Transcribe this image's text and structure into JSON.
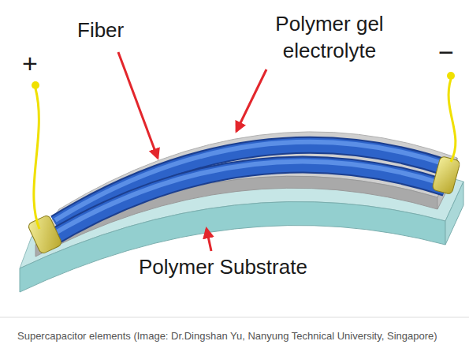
{
  "diagram": {
    "caption": "Supercapacitor elements (Image: Dr.Dingshan Yu, Nanyung Technical University, Singapore)",
    "labels": [
      "+",
      "−",
      "Fiber",
      "Polymer gel electrolyte",
      "Polymer Substrate"
    ]
  }
}
